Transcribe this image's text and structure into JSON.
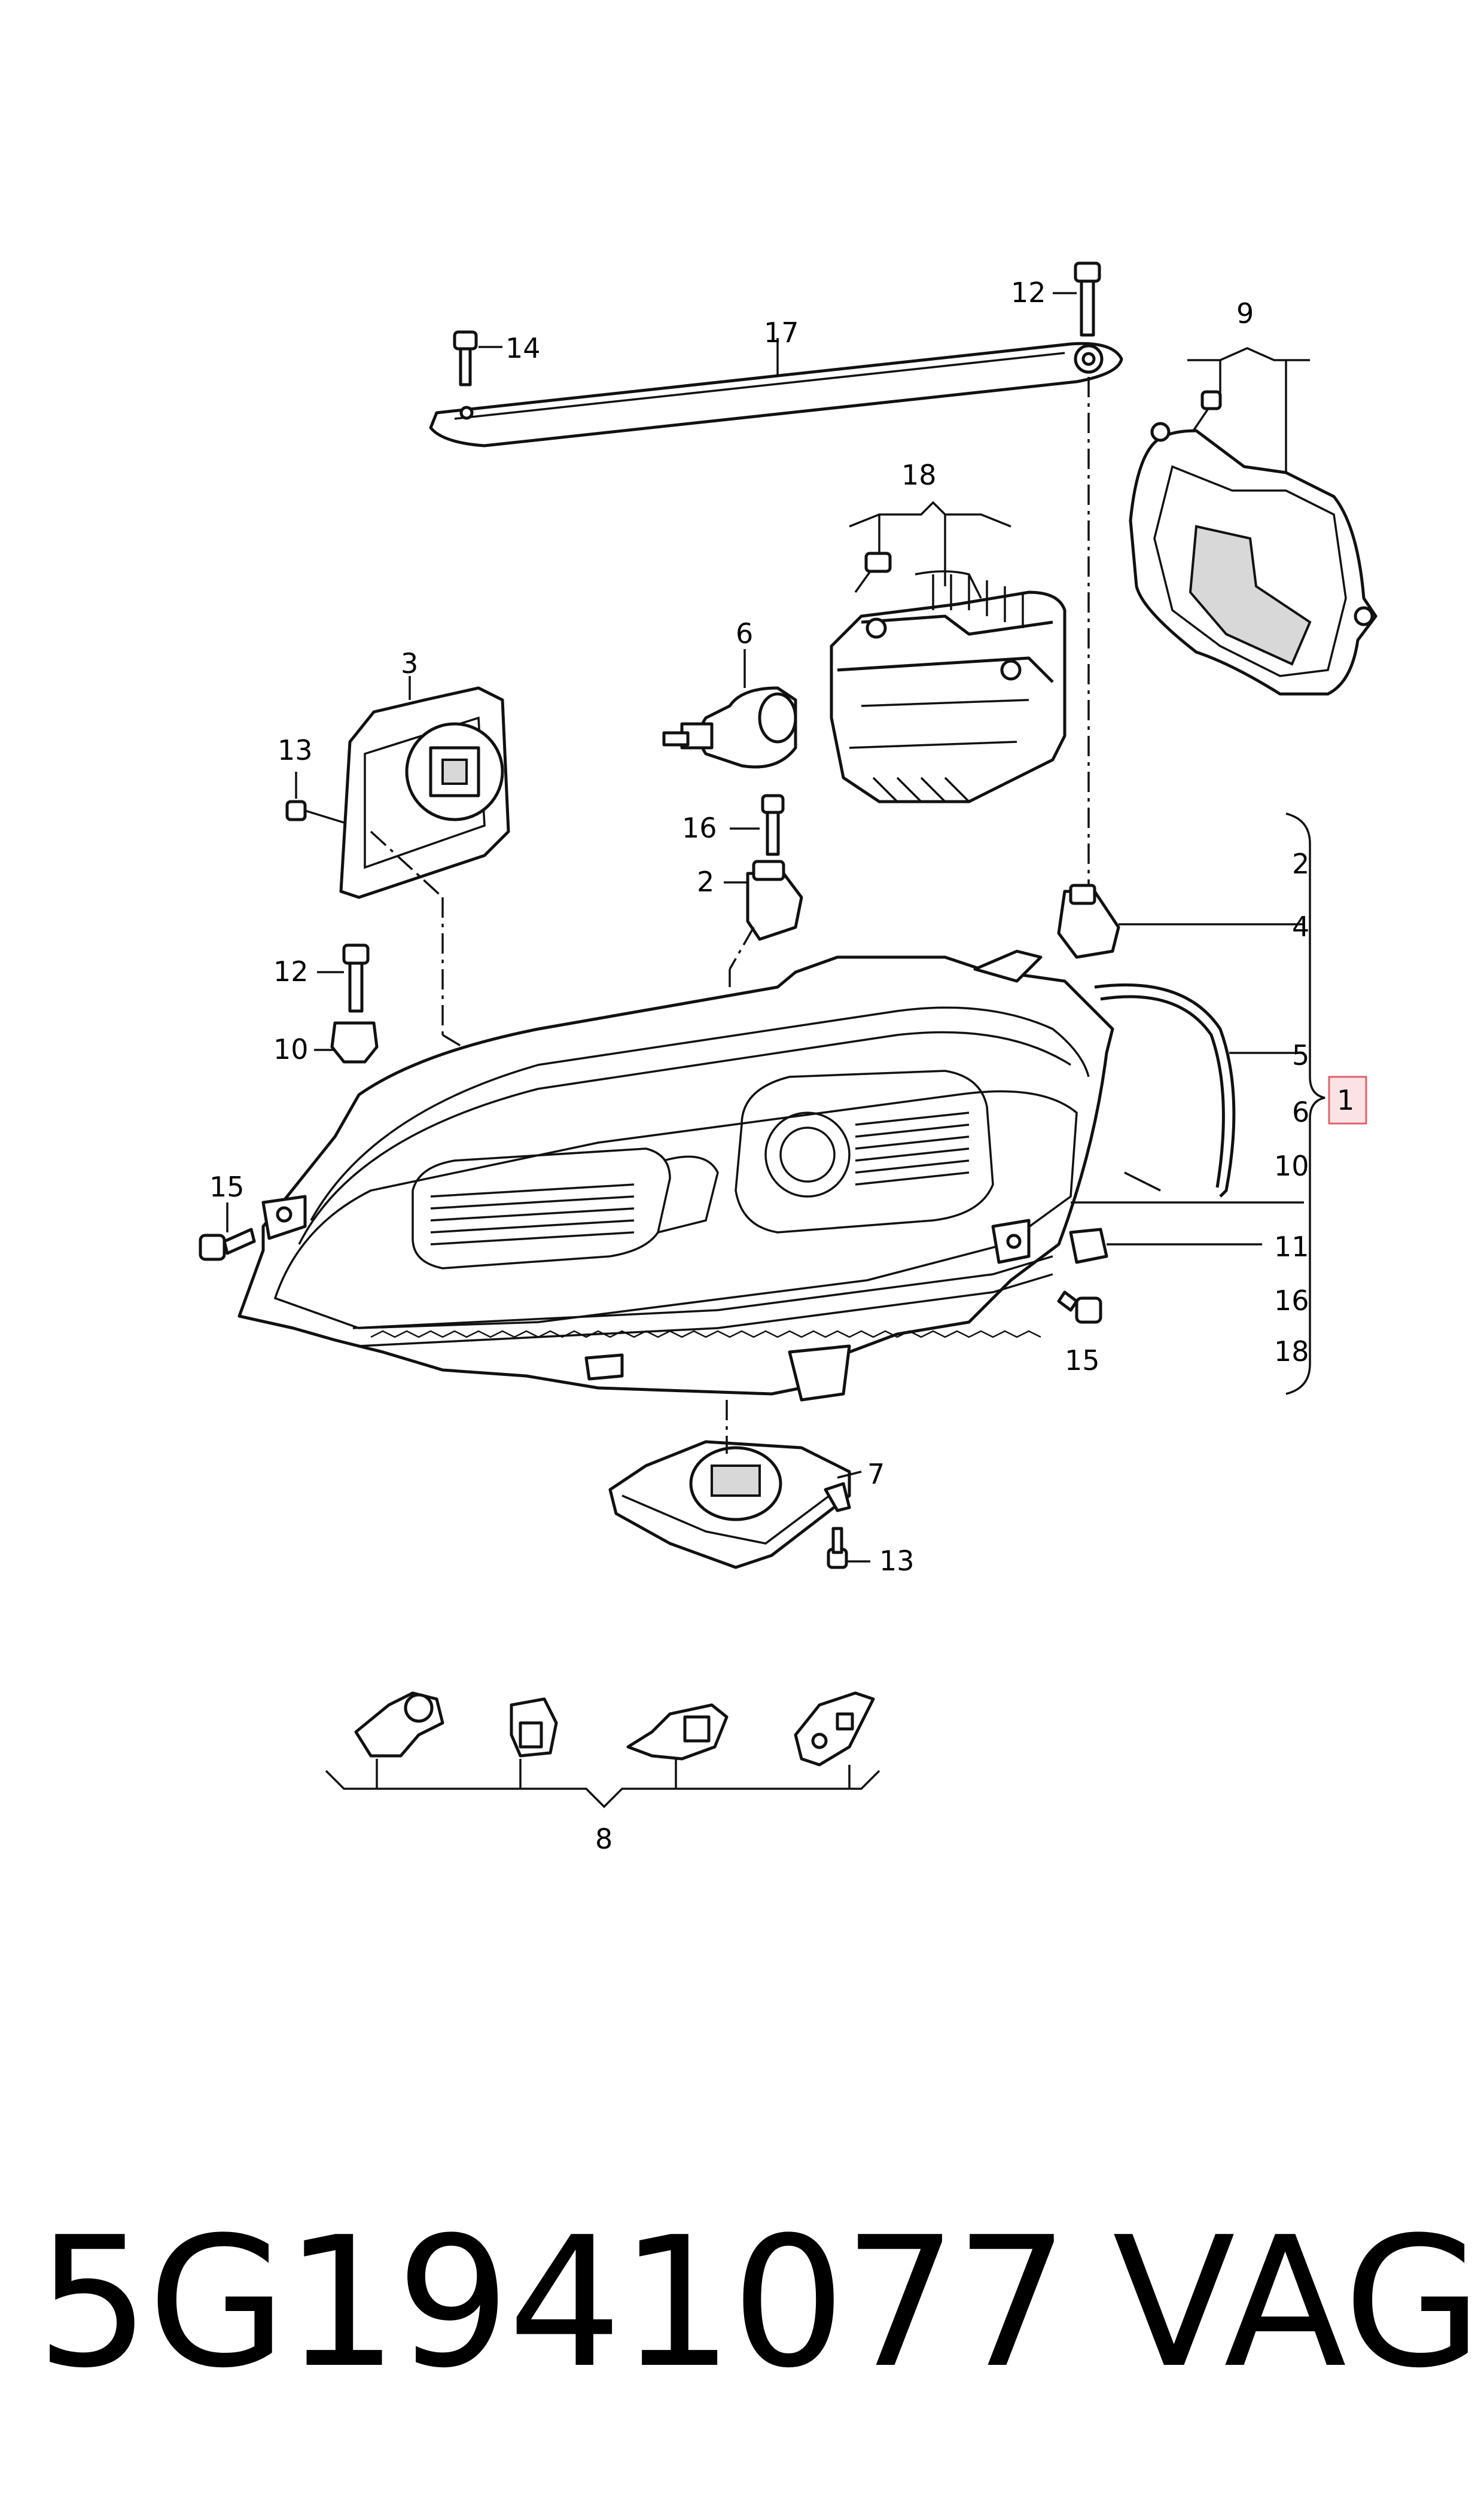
{
  "callouts": {
    "c1": "1",
    "c2": "2",
    "c2b": "2",
    "c3": "3",
    "c4": "4",
    "c5": "5",
    "c6": "6",
    "c6b": "6",
    "c7": "7",
    "c8": "8",
    "c9": "9",
    "c10": "10",
    "c10b": "10",
    "c11": "11",
    "c12": "12",
    "c12b": "12",
    "c13": "13",
    "c13b": "13",
    "c14": "14",
    "c15": "15",
    "c15b": "15",
    "c16": "16",
    "c16b": "16",
    "c17": "17",
    "c18": "18",
    "c18b": "18"
  },
  "footer": {
    "part_number": "5G1941077",
    "brand": "VAG"
  },
  "colors": {
    "highlight_box_stroke": "#e0606a",
    "highlight_box_fill": "#fbe3e5",
    "line": "#111111"
  }
}
